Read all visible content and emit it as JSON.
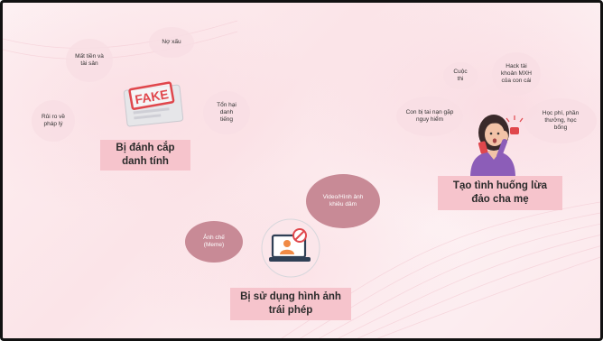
{
  "titles": {
    "identity_theft": "Bị đánh cắp danh tính",
    "parent_scam": "Tạo tình huống lừa đảo cha mẹ",
    "image_misuse": "Bị sử dụng hình ảnh trái phép"
  },
  "fake_stamp": "FAKE",
  "bubbles": {
    "mat_tien": "Mất tiền và tài sản",
    "no_xau": "Nợ xấu",
    "rui_ro": "Rủi ro về pháp lý",
    "ton_hai": "Tổn hại danh tiếng",
    "cuoc_thi": "Cuộc thi",
    "hack": "Hack tài khoản MXH của con cái",
    "tai_nan": "Con bị tai nạn gặp nguy hiểm",
    "hoc_phi": "Học phí, phần thưởng, học bổng",
    "video": "Video/Hình ảnh khiêu dâm",
    "anh_che": "Ảnh chế (Meme)"
  },
  "colors": {
    "title_bg": "#f6c4cc",
    "bubble_bg": "#f8dee4",
    "bubble_dark": "#c88a96",
    "accent_red": "#e0474c"
  }
}
